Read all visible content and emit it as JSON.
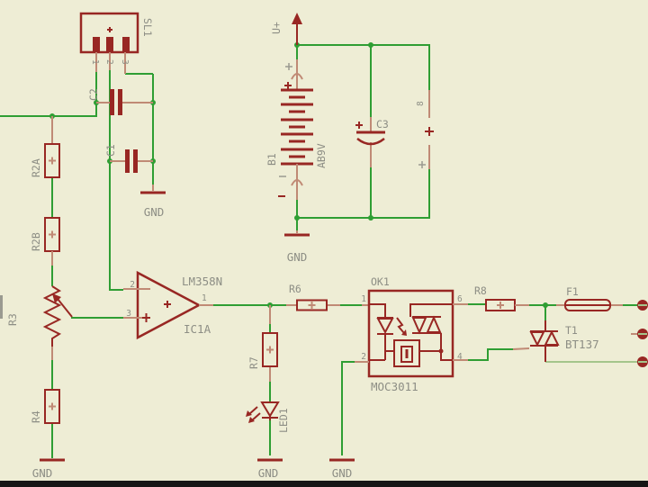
{
  "app": {
    "view": "eagle-schematic-capture",
    "colors": {
      "background": "#eeedd5",
      "net_wire": "#2f9e33",
      "net_wire_pale": "#a4c58b",
      "symbol": "#982723",
      "pin_lead": "#c08a75",
      "label_text": "#8d8e85",
      "bottom_bar": "#161616"
    }
  },
  "labels": {
    "gnd": "GND",
    "u_plus": "U+",
    "sl1": "SL1",
    "sl1_pin1": "1",
    "sl1_pin2": "2",
    "sl1_pin3": "3",
    "c1": "C1",
    "c2": "C2",
    "c3": "C3",
    "r2a": "R2A",
    "r2b": "R2B",
    "r3": "R3",
    "r4": "R4",
    "r6": "R6",
    "r7": "R7",
    "r8": "R8",
    "led1": "LED1",
    "b1": "B1",
    "b1_value": "AB9V",
    "branch_name": "8",
    "opamp_part": "LM358N",
    "opamp_name": "IC1A",
    "opamp_pin_out": "1",
    "opamp_pin_inv": "2",
    "opamp_pin_nin": "3",
    "ok1": "OK1",
    "ok1_part": "MOC3011",
    "ok1_pin1": "1",
    "ok1_pin2": "2",
    "ok1_pin4": "4",
    "ok1_pin6": "6",
    "f1": "F1",
    "t1": "T1",
    "t1_value": "BT137"
  }
}
